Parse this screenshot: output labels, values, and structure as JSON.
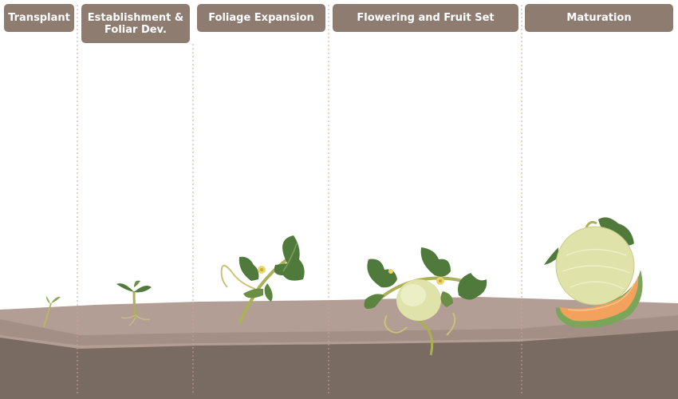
{
  "stages": [
    {
      "label": "Transplant"
    },
    {
      "label": "Establishment &\nFoliar Dev."
    },
    {
      "label": "Foliage Expansion"
    },
    {
      "label": "Flowering and Fruit Set"
    },
    {
      "label": "Maturation"
    }
  ],
  "colors": {
    "label_bg": "#8e7c71",
    "label_text": "#ffffff",
    "divider": "#c9a39c",
    "soil_top": "#b39e95",
    "soil_bottom": "#7a6b62",
    "leaf": "#4f7a3c",
    "leaf_light": "#7ea05a",
    "stem": "#a9b14e",
    "melon": "#dfe2a9",
    "flesh": "#f2a25c"
  }
}
